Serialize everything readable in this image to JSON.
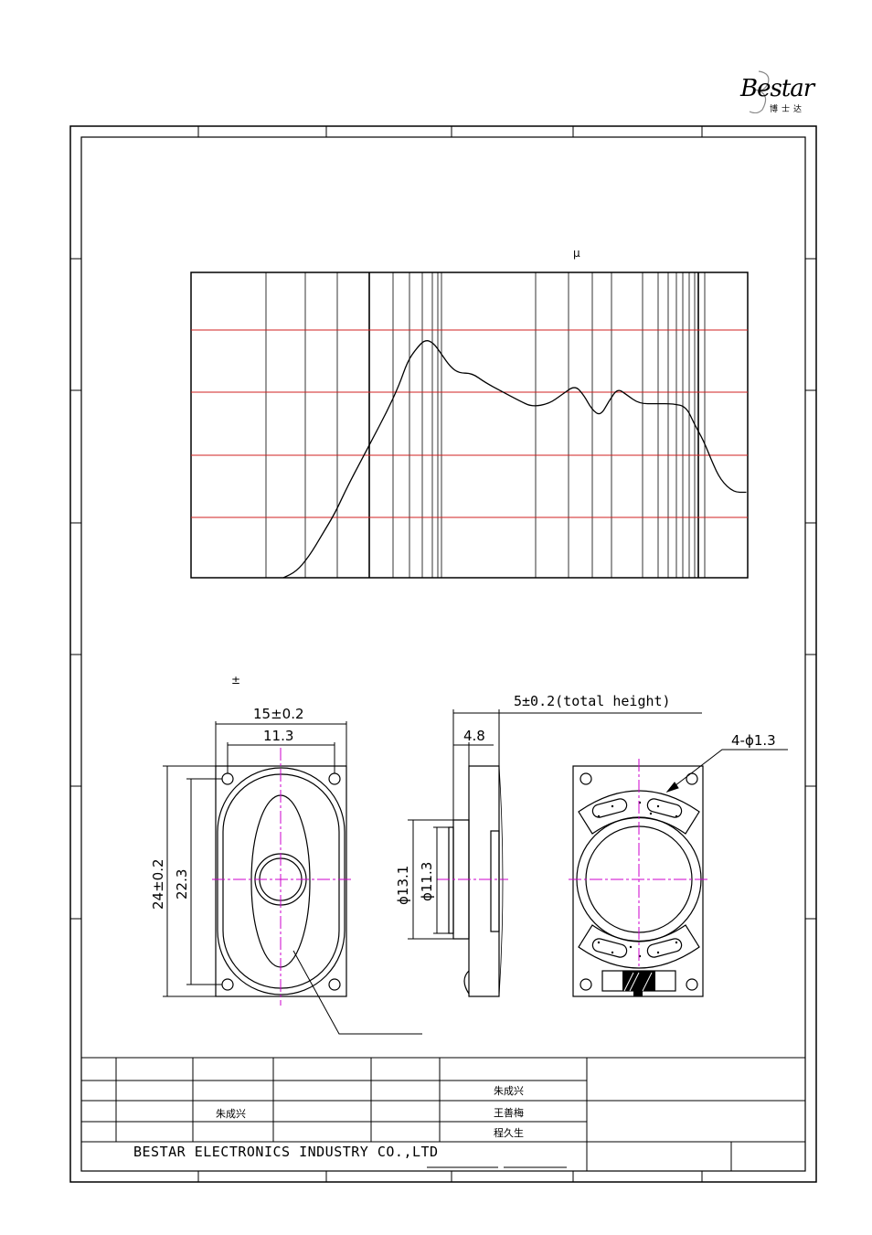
{
  "logo": {
    "word": "Bestar",
    "subtitle": "博士达"
  },
  "chart_annotation": "μ",
  "tolerance_note": "±",
  "dimensions": {
    "width_total": "15±0.2",
    "width_hole": "11.3",
    "height_total": "24±0.2",
    "height_hole": "22.3",
    "depth": "4.8",
    "total_height": "5±0.2(total height)",
    "dia_outer": "ϕ13.1",
    "dia_inner": "ϕ11.3",
    "holes": "4-ϕ1.3"
  },
  "title_block": {
    "drawn_by": "朱成兴",
    "designed_by": "朱成兴",
    "checked_by": "王善梅",
    "approved_by": "程久生",
    "company": "BESTAR ELECTRONICS INDUSTRY CO.,LTD"
  },
  "colors": {
    "grid_red": "#d02020",
    "centerline": "#cc00cc",
    "ink": "#000000"
  },
  "chart_data": {
    "type": "line",
    "x_scale": "log",
    "grid": true,
    "series": [
      {
        "points": [
          [
            0,
            0.0
          ],
          [
            0.03,
            0.02
          ],
          [
            0.06,
            0.07
          ],
          [
            0.09,
            0.14
          ],
          [
            0.12,
            0.21
          ],
          [
            0.15,
            0.3
          ],
          [
            0.18,
            0.38
          ],
          [
            0.21,
            0.46
          ],
          [
            0.24,
            0.54
          ],
          [
            0.27,
            0.63
          ],
          [
            0.29,
            0.71
          ],
          [
            0.31,
            0.75
          ],
          [
            0.33,
            0.78
          ],
          [
            0.35,
            0.77
          ],
          [
            0.37,
            0.73
          ],
          [
            0.39,
            0.69
          ],
          [
            0.41,
            0.67
          ],
          [
            0.44,
            0.67
          ],
          [
            0.47,
            0.64
          ],
          [
            0.51,
            0.61
          ],
          [
            0.55,
            0.58
          ],
          [
            0.58,
            0.56
          ],
          [
            0.62,
            0.57
          ],
          [
            0.65,
            0.6
          ],
          [
            0.68,
            0.63
          ],
          [
            0.7,
            0.6
          ],
          [
            0.72,
            0.55
          ],
          [
            0.74,
            0.53
          ],
          [
            0.76,
            0.58
          ],
          [
            0.78,
            0.62
          ],
          [
            0.8,
            0.6
          ],
          [
            0.83,
            0.57
          ],
          [
            0.87,
            0.57
          ],
          [
            0.91,
            0.57
          ],
          [
            0.94,
            0.56
          ],
          [
            0.96,
            0.5
          ],
          [
            0.98,
            0.45
          ],
          [
            1.0,
            0.38
          ],
          [
            1.02,
            0.32
          ],
          [
            1.05,
            0.28
          ],
          [
            1.08,
            0.28
          ]
        ]
      }
    ]
  }
}
